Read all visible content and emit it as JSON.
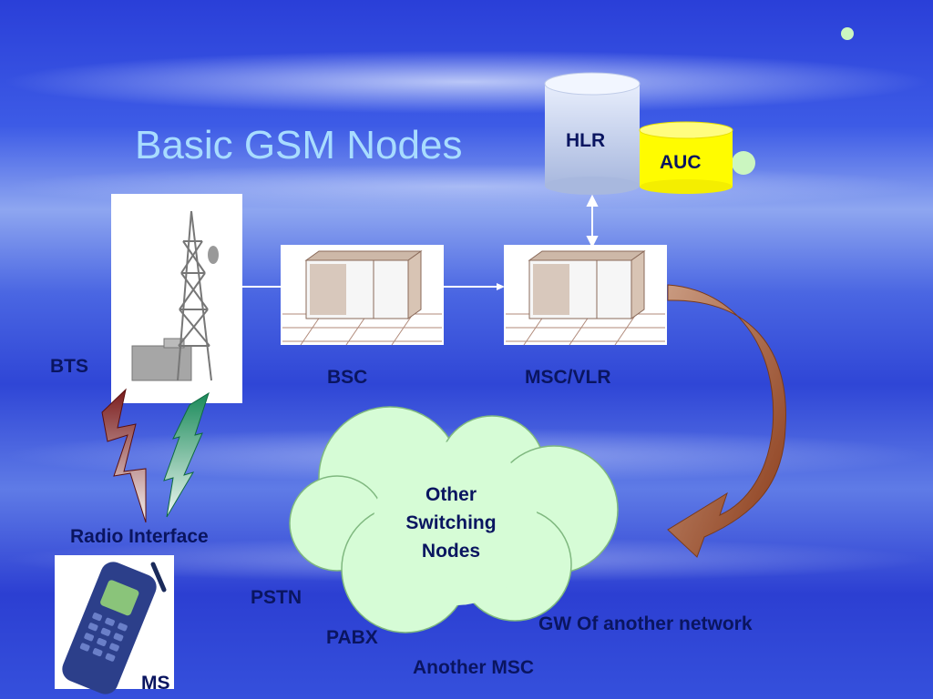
{
  "slide": {
    "title": "Basic GSM Nodes"
  },
  "nodes": {
    "hlr": "HLR",
    "auc": "AUC",
    "bts": "BTS",
    "bsc": "BSC",
    "msc_vlr": "MSC/VLR",
    "ms": "MS",
    "radio_interface": "Radio Interface",
    "cloud": [
      "Other",
      "Switching",
      "Nodes"
    ],
    "pstn": "PSTN",
    "pabx": "PABX",
    "gw": "GW Of another network",
    "another_msc": "Another MSC"
  },
  "colors": {
    "title": "#a8dcff",
    "label": "#0a1560",
    "auc_fill": "#fffc00",
    "hlr_fill": "#c8d6f2",
    "cloud_fill": "#d6fcd6",
    "arrow_fill": "#9a4a2a"
  }
}
